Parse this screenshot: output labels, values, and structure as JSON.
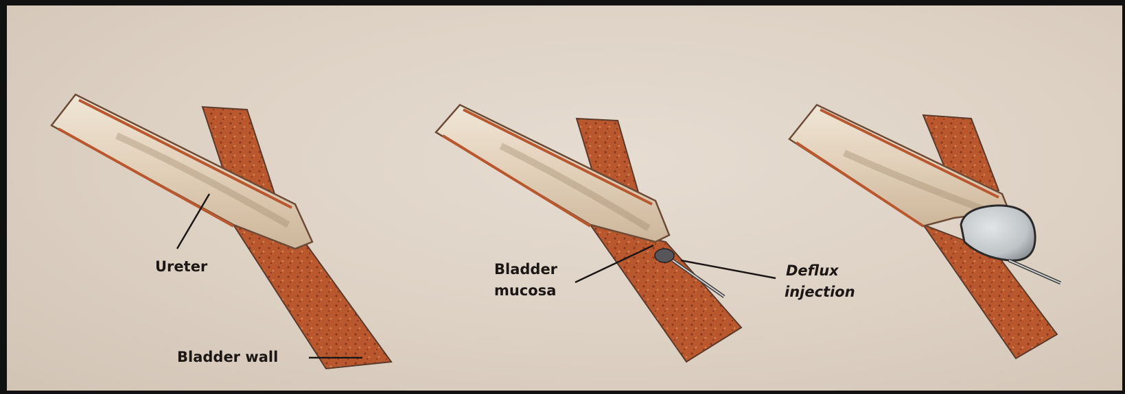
{
  "labels": {
    "ureter": "Ureter",
    "bladder_wall": "Bladder wall",
    "bladder_mucosa_line1": "Bladder",
    "bladder_mucosa_line2": "mucosa",
    "deflux_line1": "Deflux",
    "deflux_line2": "injection"
  },
  "colors": {
    "paper": "#ddd1c4",
    "muscle": "#b8562e",
    "ureter_lumen": "#e8dccb",
    "wall_outline": "#5a3a2a",
    "deflux_bolus": "#c9cdd0"
  }
}
